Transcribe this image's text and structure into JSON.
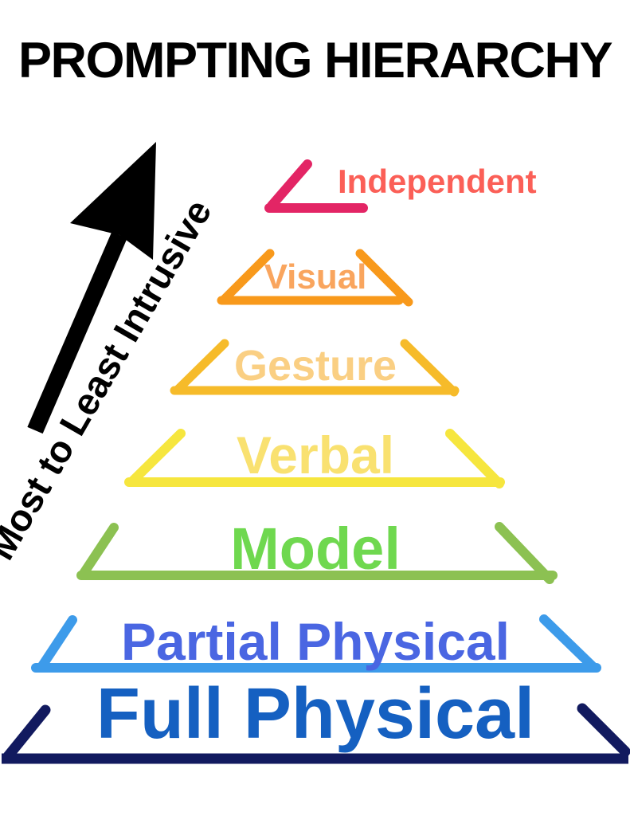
{
  "title": "PROMPTING HIERARCHY",
  "arrow": {
    "label": "Most to Least Intrusive",
    "color": "#000000"
  },
  "pyramid": {
    "levels": [
      {
        "id": "independent",
        "label": "Independent",
        "outline_color": "#E32565",
        "label_color": "#FB5F57"
      },
      {
        "id": "visual",
        "label": "Visual",
        "outline_color": "#F8991B",
        "label_color": "#F9A55E"
      },
      {
        "id": "gesture",
        "label": "Gesture",
        "outline_color": "#F6BB2A",
        "label_color": "#FACF83"
      },
      {
        "id": "verbal",
        "label": "Verbal",
        "outline_color": "#F6E63E",
        "label_color": "#F9E170"
      },
      {
        "id": "model",
        "label": "Model",
        "outline_color": "#8CC152",
        "label_color": "#6FD84F"
      },
      {
        "id": "partial-physical",
        "label": "Partial Physical",
        "outline_color": "#3D9BEA",
        "label_color": "#4A66E2"
      },
      {
        "id": "full-physical",
        "label": "Full Physical",
        "outline_color": "#121A5F",
        "label_color": "#1560C1"
      }
    ]
  }
}
